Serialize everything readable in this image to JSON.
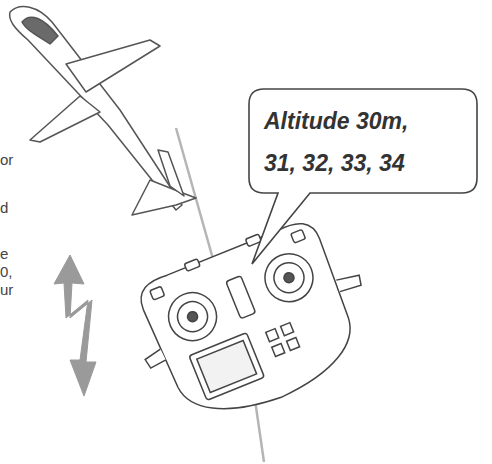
{
  "diagram": {
    "nodes": [
      {
        "text": [
          "Altitude 30m, 31, 32, 33, 34"
        ]
      }
    ],
    "labels": [
      "or",
      "d",
      "e",
      "0,",
      "ur"
    ]
  }
}
